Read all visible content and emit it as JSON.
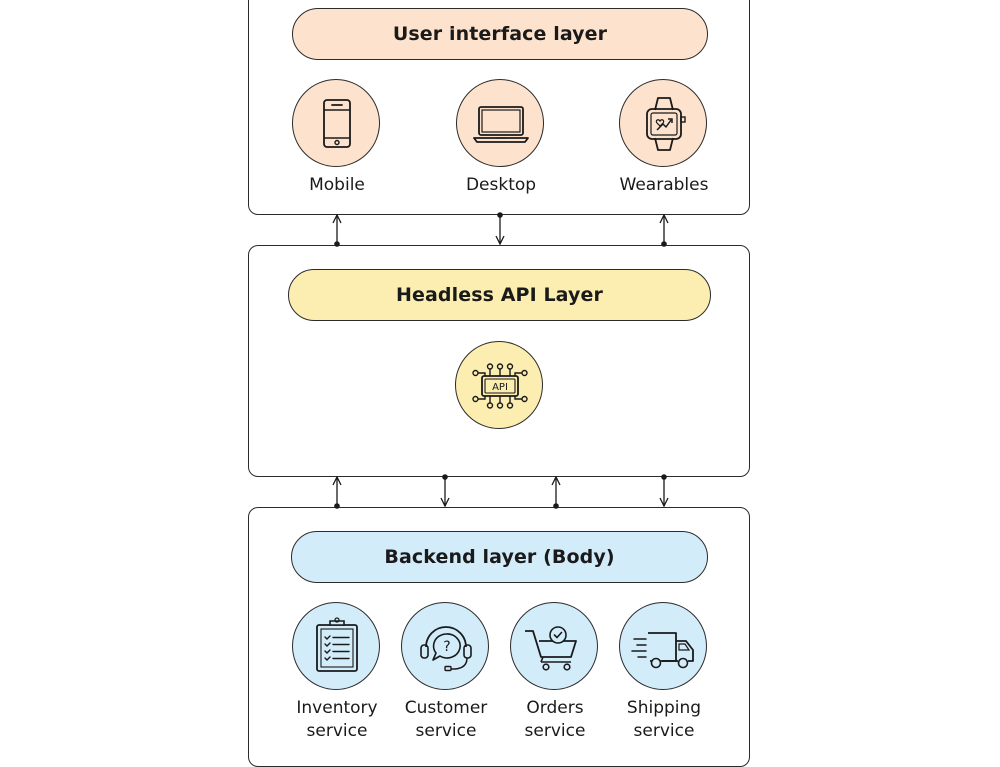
{
  "ui_layer": {
    "title": "User interface layer",
    "fill": "#fde3cd",
    "nodes": [
      {
        "label": "Mobile",
        "icon": "mobile-phone-icon"
      },
      {
        "label": "Desktop",
        "icon": "laptop-icon"
      },
      {
        "label": "Wearables",
        "icon": "smartwatch-icon"
      }
    ]
  },
  "api_layer": {
    "title": "Headless API Layer",
    "fill": "#fbeeb0",
    "node": {
      "icon": "api-chip-icon",
      "chip_text": "API"
    }
  },
  "backend_layer": {
    "title": "Backend layer (Body)",
    "fill": "#d2ecfa",
    "nodes": [
      {
        "label_line1": "Inventory",
        "label_line2": "service",
        "icon": "clipboard-checklist-icon"
      },
      {
        "label_line1": "Customer",
        "label_line2": "service",
        "icon": "headset-support-icon"
      },
      {
        "label_line1": "Orders",
        "label_line2": "service",
        "icon": "shopping-cart-icon"
      },
      {
        "label_line1": "Shipping",
        "label_line2": "service",
        "icon": "delivery-truck-icon"
      }
    ]
  }
}
